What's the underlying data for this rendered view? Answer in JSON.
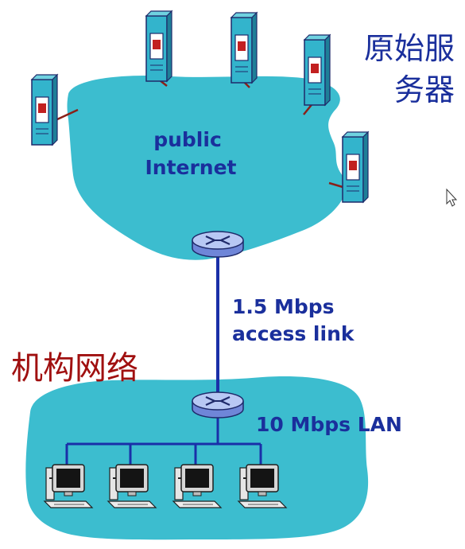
{
  "labels": {
    "cloud_line1": "public",
    "cloud_line2": "Internet",
    "servers_line1": "原始服",
    "servers_line2": "务器",
    "link_line1": "1.5 Mbps",
    "link_line2": "access link",
    "institution": "机构网络",
    "lan": "10 Mbps LAN"
  },
  "colors": {
    "cloud": "#3cbdcf",
    "server": "#33b4cc",
    "link": "#1a2fa8",
    "label_blue": "#1a2f9c",
    "label_red": "#a01010",
    "connector": "#8a2018"
  },
  "icons": {
    "server": "server-tower-icon",
    "router": "router-icon",
    "workstation": "workstation-icon",
    "cursor": "mouse-cursor-icon"
  }
}
